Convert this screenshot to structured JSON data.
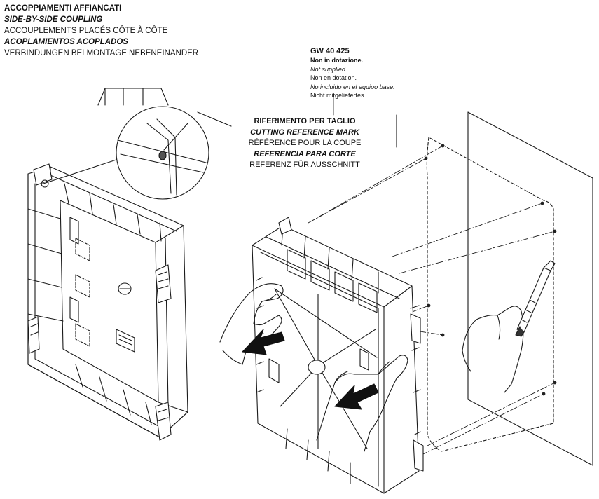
{
  "heading": {
    "it": "ACCOPPIAMENTI AFFIANCATI",
    "en": "SIDE-BY-SIDE COUPLING",
    "fr": "ACCOUPLEMENTS PLACÉS CÔTE À CÔTE",
    "es": "ACOPLAMIENTOS ACOPLADOS",
    "de": "VERBINDUNGEN BEI MONTAGE NEBENEINANDER"
  },
  "part_note": {
    "code": "GW 40 425",
    "it": "Non in dotazione.",
    "en": "Not supplied.",
    "fr": "Non en dotation.",
    "es": "No incluido en el equipo base.",
    "de": "Nicht mitgeliefertes."
  },
  "cutting_mark": {
    "it": "RIFERIMENTO PER TAGLIO",
    "en": "CUTTING REFERENCE MARK",
    "fr": "RÉFÉRENCE POUR LA COUPE",
    "es": "REFERENCIA PARA CORTE",
    "de": "REFERENZ FÜR AUSSCHNITT"
  },
  "colors": {
    "line": "#1a1a1a",
    "fill": "#ffffff",
    "arrow": "#111111"
  }
}
